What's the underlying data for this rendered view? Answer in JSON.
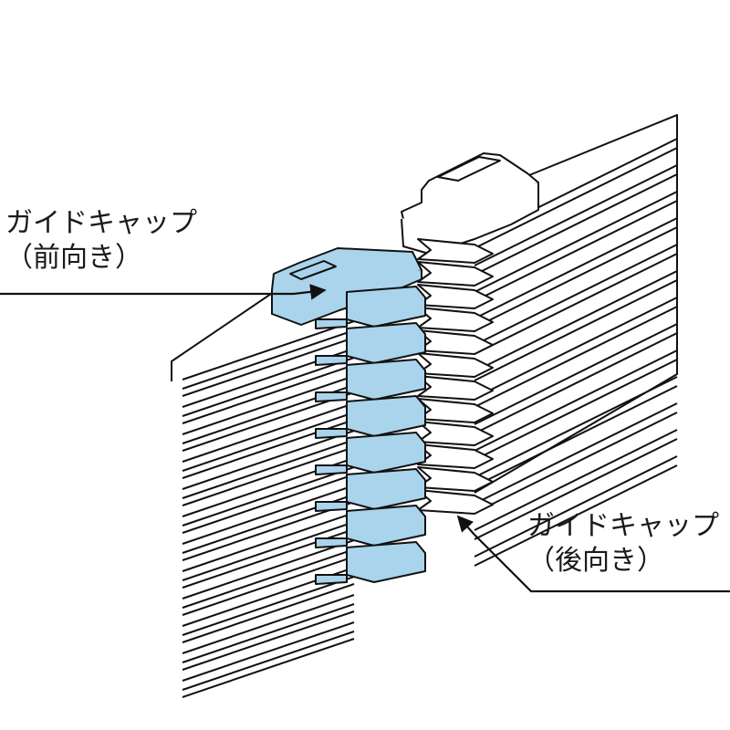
{
  "labels": {
    "front_cap": {
      "name": "ガイドキャップ",
      "orientation": "（前向き）"
    },
    "rear_cap": {
      "name": "ガイドキャップ",
      "orientation": "（後向き）"
    }
  },
  "colors": {
    "front_cap_fill": "#a9d4ec",
    "line": "#111111",
    "background": "#ffffff"
  },
  "icons": [
    "front-cap-arrow-icon",
    "rear-cap-arrow-icon"
  ]
}
